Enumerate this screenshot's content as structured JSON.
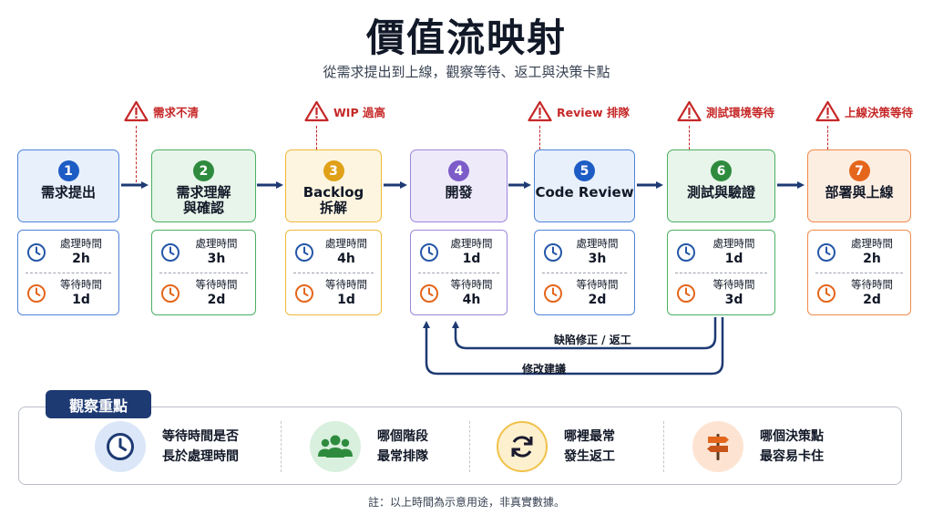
{
  "title": "價值流映射",
  "subtitle": "從需求提出到上線，觀察等待、返工與決策卡點",
  "warnings": [
    {
      "label": "需求不清"
    },
    {
      "label": "WIP 過高"
    },
    {
      "label": "Review 排隊"
    },
    {
      "label": "測試環境等待"
    },
    {
      "label": "上線決策等待"
    }
  ],
  "stages": [
    {
      "num": "1",
      "name": "需求提出",
      "process_label": "處理時間",
      "process": "2h",
      "wait_label": "等待時間",
      "wait": "1d",
      "color": "#1d5cc4",
      "bg": "#e8f0fc",
      "border": "#4f83d8"
    },
    {
      "num": "2",
      "name": "需求理解\n與確認",
      "process_label": "處理時間",
      "process": "3h",
      "wait_label": "等待時間",
      "wait": "2d",
      "color": "#2e8b3e",
      "bg": "#e7f5ea",
      "border": "#4caf62"
    },
    {
      "num": "3",
      "name": "Backlog\n拆解",
      "process_label": "處理時間",
      "process": "4h",
      "wait_label": "等待時間",
      "wait": "1d",
      "color": "#e0a118",
      "bg": "#fdf5df",
      "border": "#f0b93a"
    },
    {
      "num": "4",
      "name": "開發",
      "process_label": "處理時間",
      "process": "1d",
      "wait_label": "等待時間",
      "wait": "4h",
      "color": "#7d5cc9",
      "bg": "#efeafa",
      "border": "#9e86d9"
    },
    {
      "num": "5",
      "name": "Code Review",
      "process_label": "處理時間",
      "process": "3h",
      "wait_label": "等待時間",
      "wait": "2d",
      "color": "#1d5cc4",
      "bg": "#e8f0fc",
      "border": "#4f83d8"
    },
    {
      "num": "6",
      "name": "測試與驗證",
      "process_label": "處理時間",
      "process": "1d",
      "wait_label": "等待時間",
      "wait": "3d",
      "color": "#2e8b3e",
      "bg": "#e7f5ea",
      "border": "#4caf62"
    },
    {
      "num": "7",
      "name": "部署與上線",
      "process_label": "處理時間",
      "process": "2h",
      "wait_label": "等待時間",
      "wait": "2d",
      "color": "#e4661c",
      "bg": "#fdeee2",
      "border": "#f08a4a"
    }
  ],
  "loops": {
    "inner": "缺陷修正 / 返工",
    "outer": "修改建議"
  },
  "observations": {
    "tag": "觀察重點",
    "items": [
      {
        "text": "等待時間是否\n長於處理時間",
        "icon": "clock-icon"
      },
      {
        "text": "哪個階段\n最常排隊",
        "icon": "people-icon"
      },
      {
        "text": "哪裡最常\n發生返工",
        "icon": "refresh-icon"
      },
      {
        "text": "哪個決策點\n最容易卡住",
        "icon": "signpost-icon"
      }
    ]
  },
  "note": "註：以上時間為示意用途，非真實數據。",
  "colors": {
    "navy": "#1e3a73",
    "warning": "#c62828",
    "clock_process": "#2557a7",
    "clock_wait": "#e4661c"
  }
}
